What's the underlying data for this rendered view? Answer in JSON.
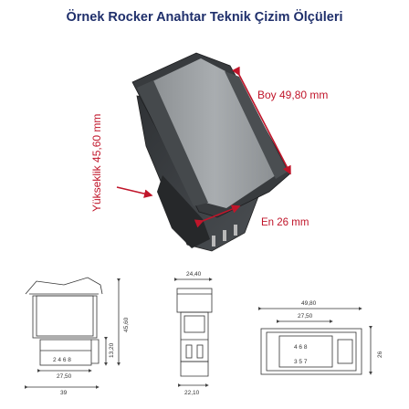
{
  "title": "Örnek Rocker Anahtar Teknik Çizim Ölçüleri",
  "annotations": {
    "length": "Boy 49,80 mm",
    "height": "Yükseklik 45,60 mm",
    "width": "En 26 mm"
  },
  "side_view": {
    "pin_labels": "2 4 6 8",
    "dim_inner": "27,50",
    "dim_outer": "39",
    "dim_height": "45,60",
    "dim_small": "13,20"
  },
  "front_view": {
    "dim_top": "24,40",
    "dim_bottom": "22,10"
  },
  "bottom_view": {
    "dim_length": "49,80",
    "dim_inner": "27,50",
    "dim_width": "26",
    "pin_row_top": "4 6 8",
    "pin_row_bottom": "3 5 7"
  },
  "colors": {
    "title": "#1f2f6b",
    "annotation": "#c0152a",
    "switch_dark": "#3a3d40",
    "switch_light": "#9a9ea1"
  }
}
